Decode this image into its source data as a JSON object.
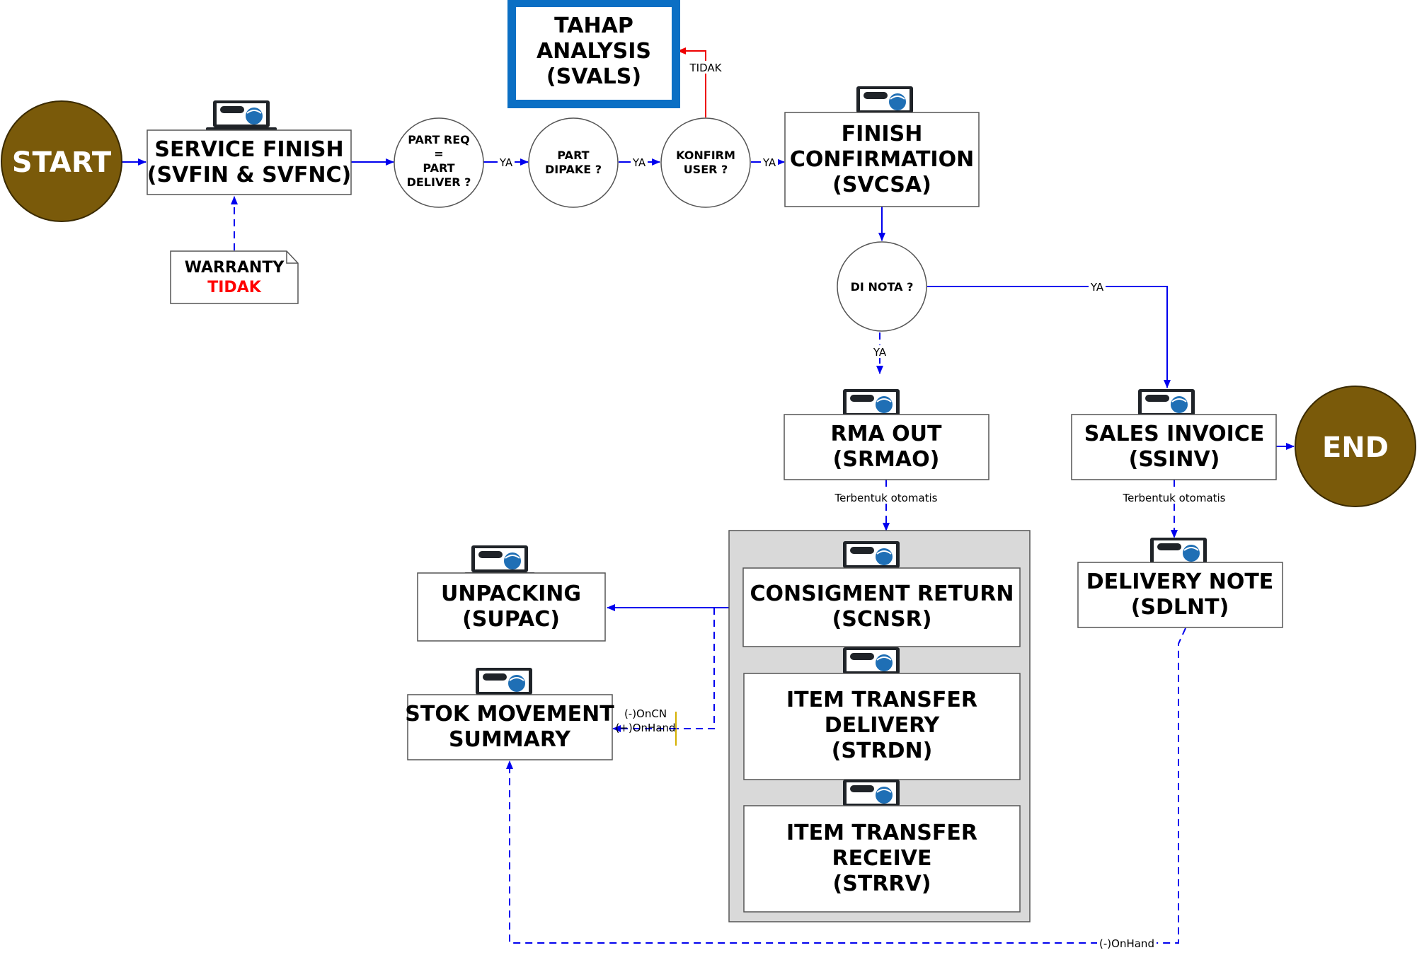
{
  "colors": {
    "terminal_fill": "#7a5a0a",
    "flow_line": "#0000ee",
    "tidak_line": "#ee0000",
    "analysis_border": "#0b6fc4",
    "group_fill": "#d9d9d9",
    "warranty_no": "#ff0000"
  },
  "icon": "laptop-netvision-icon",
  "start": {
    "label": "START"
  },
  "end": {
    "label": "END"
  },
  "analysis": {
    "lines": [
      "TAHAP",
      "ANALYSIS",
      "(SVALS)"
    ]
  },
  "service_finish": {
    "lines": [
      "SERVICE FINISH",
      "(SVFIN & SVFNC)"
    ]
  },
  "warranty": {
    "title": "WARRANTY",
    "value": "TIDAK"
  },
  "decisions": {
    "part_req": {
      "lines": [
        "PART REQ",
        "=",
        "PART",
        "DELIVER ?"
      ]
    },
    "part_dipake": {
      "lines": [
        "PART",
        "DIPAKE ?"
      ]
    },
    "konfirm_user": {
      "lines": [
        "KONFIRM",
        "USER ?"
      ]
    },
    "di_nota": {
      "lines": [
        "DI NOTA ?"
      ]
    }
  },
  "finish_confirmation": {
    "lines": [
      "FINISH",
      "CONFIRMATION",
      "(SVCSA)"
    ]
  },
  "rma_out": {
    "lines": [
      "RMA OUT",
      "(SRMAO)"
    ]
  },
  "sales_invoice": {
    "lines": [
      "SALES INVOICE",
      "(SSINV)"
    ]
  },
  "consigment_return": {
    "lines": [
      "CONSIGMENT RETURN",
      "(SCNSR)"
    ]
  },
  "item_transfer_delivery": {
    "lines": [
      "ITEM TRANSFER",
      "DELIVERY",
      "(STRDN)"
    ]
  },
  "item_transfer_receive": {
    "lines": [
      "ITEM TRANSFER",
      "RECEIVE",
      "(STRRV)"
    ]
  },
  "unpacking": {
    "lines": [
      "UNPACKING",
      "(SUPAC)"
    ]
  },
  "stok_movement": {
    "lines": [
      "STOK MOVEMENT",
      "SUMMARY"
    ]
  },
  "delivery_note": {
    "lines": [
      "DELIVERY NOTE",
      "(SDLNT)"
    ]
  },
  "edge_labels": {
    "ya1": "YA",
    "ya2": "YA",
    "ya3": "YA",
    "tidak": "TIDAK",
    "ya_nota_down": "YA",
    "ya_nota_right": "YA",
    "auto1": "Terbentuk otomatis",
    "auto2": "Terbentuk otomatis",
    "on_cn": "(-)OnCN",
    "on_hand_plus": "(+)OnHand",
    "on_hand_minus": "(-)OnHand"
  }
}
